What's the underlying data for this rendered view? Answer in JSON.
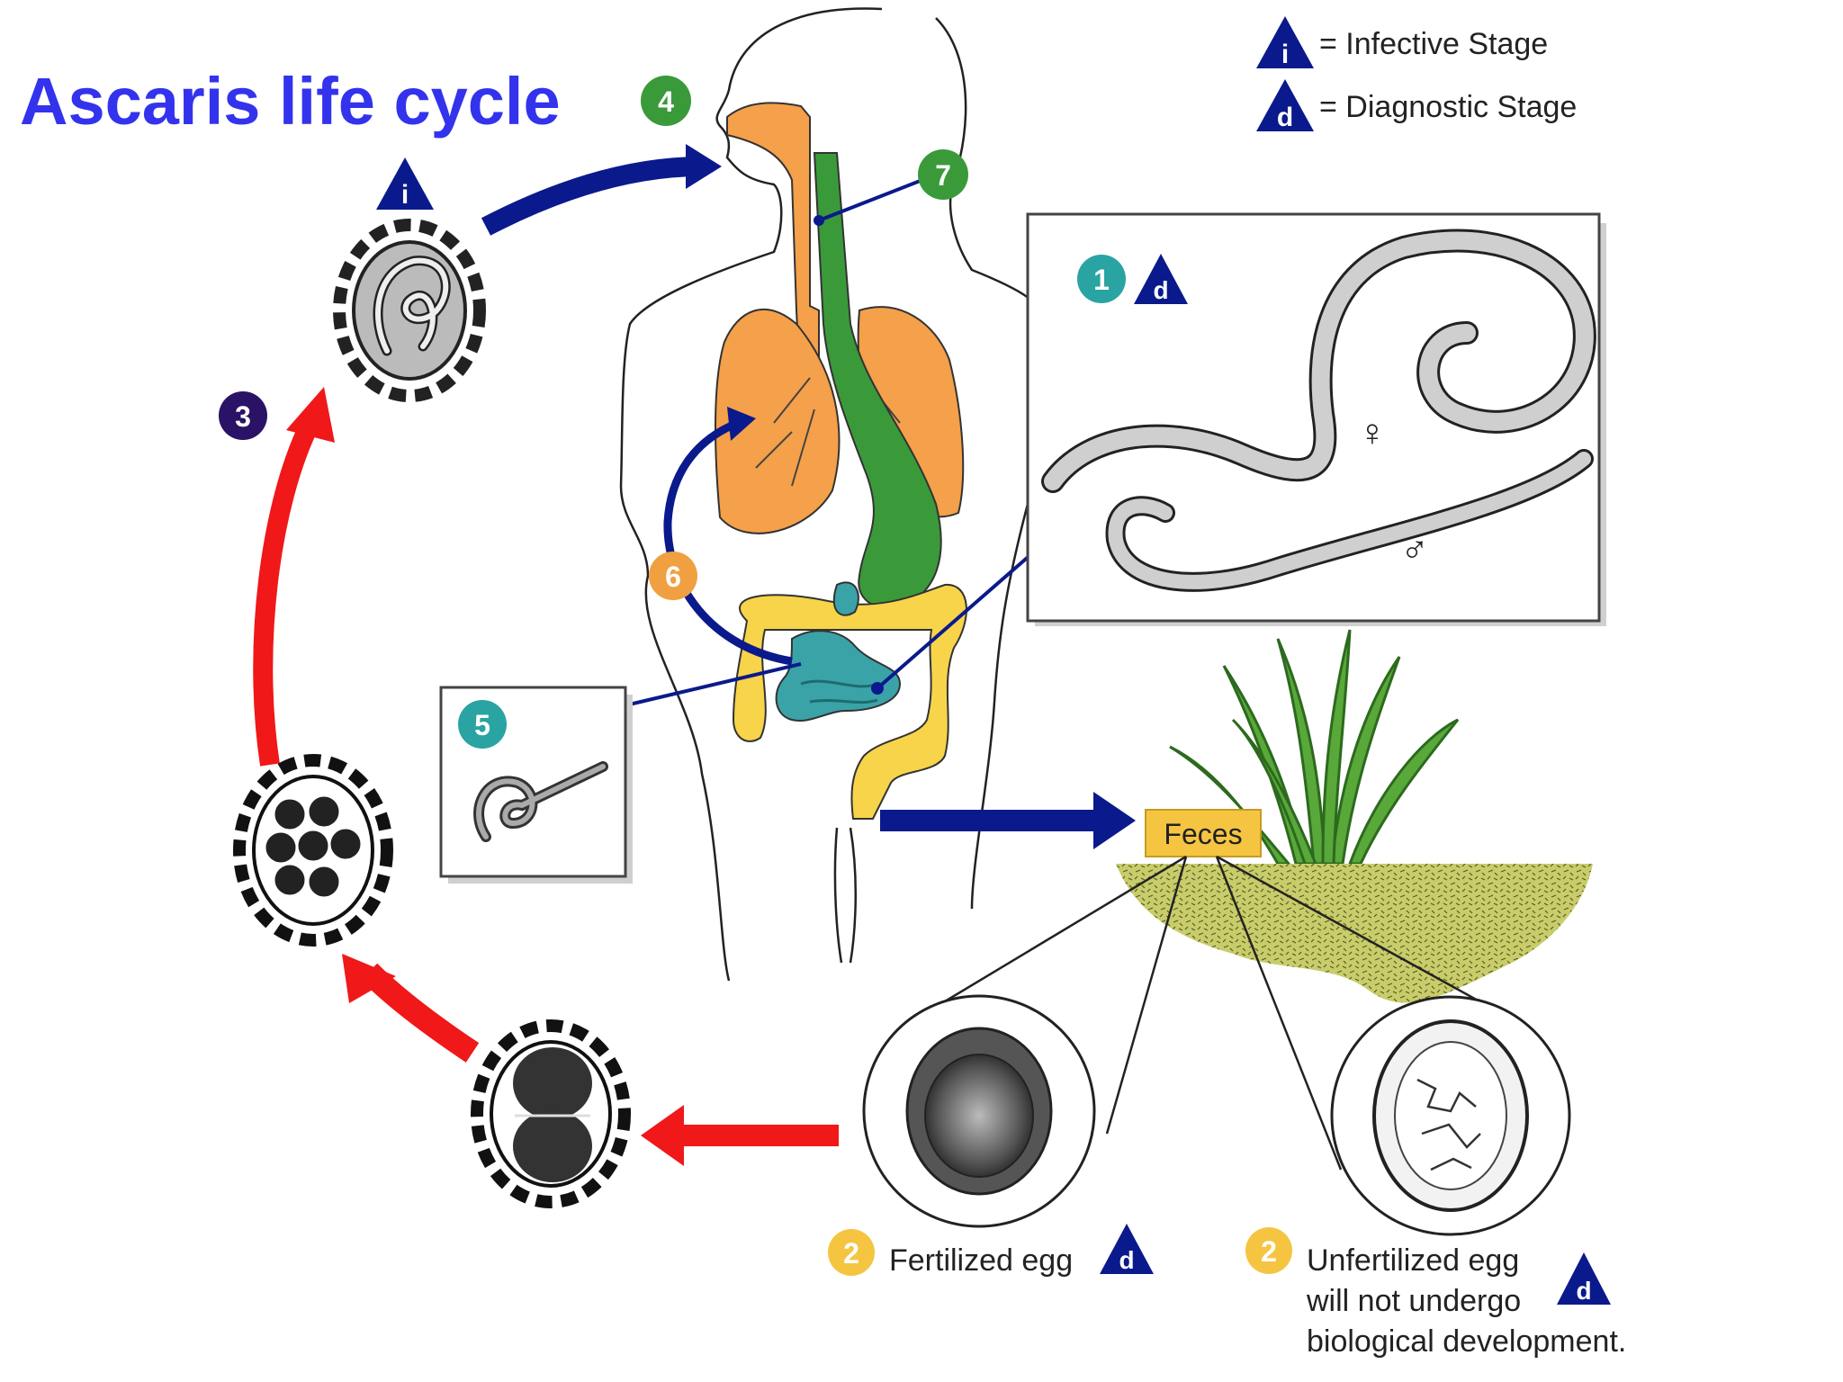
{
  "title": "Ascaris life cycle",
  "legend": {
    "infective": {
      "symbol": "i",
      "label": "= Infective Stage"
    },
    "diagnostic": {
      "symbol": "d",
      "label": "= Diagnostic Stage"
    }
  },
  "steps": {
    "s1": "1",
    "s2a": "2",
    "s2b": "2",
    "s3": "3",
    "s4": "4",
    "s5": "5",
    "s6": "6",
    "s7": "7"
  },
  "markers": {
    "i": "i",
    "d": "d"
  },
  "sex": {
    "female": "♀",
    "male": "♂"
  },
  "feces": "Feces",
  "eggs": {
    "fertilized": "Fertilized egg",
    "unfertilized_line1": "Unfertilized egg",
    "unfertilized_line2": "will not undergo",
    "unfertilized_line3": "biological development."
  },
  "colors": {
    "title": "#3333ee",
    "navy": "#0a1a8c",
    "red_arrow": "#f01818",
    "green_badge": "#3a9a3a",
    "purple_badge": "#2a1266",
    "teal_badge": "#2aa3a3",
    "orange_badge": "#f0a040",
    "yellow_badge": "#f5c542",
    "lung_orange": "#f5a04a",
    "colon_yellow": "#f7d44a",
    "intestine_teal": "#3aa3a8",
    "stomach_green": "#3a9a3a",
    "soil": "#c8cc6a"
  }
}
